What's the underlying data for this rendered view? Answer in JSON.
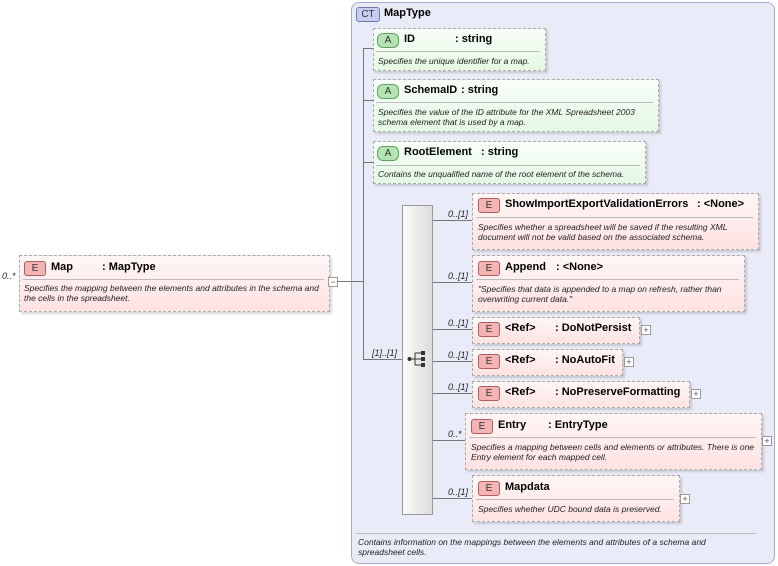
{
  "map": {
    "cardinality": "0..*",
    "badge": "E",
    "name": "Map",
    "type": ": MapType",
    "description": "Specifies the mapping between the elements and attributes in the schema and the cells in the spreadsheet.",
    "collapse_symbol": "−"
  },
  "complex_type": {
    "badge": "CT",
    "name": "MapType",
    "footer": "Contains information on the mappings between the elements and attributes of a schema and spreadsheet cells."
  },
  "attributes": [
    {
      "badge": "A",
      "name": "ID",
      "type": ": string",
      "description": "Specifies the unique identifier for a map."
    },
    {
      "badge": "A",
      "name": "SchemaID",
      "type": ": string",
      "description": "Specifies the value of the ID attribute for the XML Spreadsheet 2003 schema element that is used by a map."
    },
    {
      "badge": "A",
      "name": "RootElement",
      "type": ": string",
      "description": "Contains the unqualified name of the root element of the schema."
    }
  ],
  "sequence": {
    "cardinality": "[1]..[1]",
    "icon": "sequence-compositor-icon"
  },
  "elements": [
    {
      "cardinality": "0..[1]",
      "badge": "E",
      "name": "ShowImportExportValidationErrors",
      "type": ": <None>",
      "description": "Specifies whether a spreadsheet will be saved if the resulting XML document will not be valid based on the associated schema."
    },
    {
      "cardinality": "0..[1]",
      "badge": "E",
      "name": "Append",
      "type": ": <None>",
      "description": "\"Specifies that data is appended to a map on refresh, rather than overwriting current data.\""
    },
    {
      "cardinality": "0..[1]",
      "badge": "E",
      "name": "<Ref>",
      "type": ": DoNotPersist",
      "expand": "+"
    },
    {
      "cardinality": "0..[1]",
      "badge": "E",
      "name": "<Ref>",
      "type": ": NoAutoFit",
      "expand": "+"
    },
    {
      "cardinality": "0..[1]",
      "badge": "E",
      "name": "<Ref>",
      "type": ": NoPreserveFormatting",
      "expand": "+"
    },
    {
      "cardinality": "0..*",
      "badge": "E",
      "name": "Entry",
      "type": ": EntryType",
      "description": "Specifies a mapping between cells and elements or attributes. There is one Entry element for each mapped cell.",
      "expand": "+"
    },
    {
      "cardinality": "0..[1]",
      "badge": "E",
      "name": "Mapdata",
      "description": "Specifies whether UDC bound data is preserved.",
      "expand": "+"
    }
  ],
  "colors": {
    "element_fill": "#ffe2e2",
    "attribute_fill": "#e4f8e4",
    "complex_type_fill": "#e8eaf8",
    "element_badge": "#f4b4b4",
    "attribute_badge": "#b4e4b4"
  }
}
